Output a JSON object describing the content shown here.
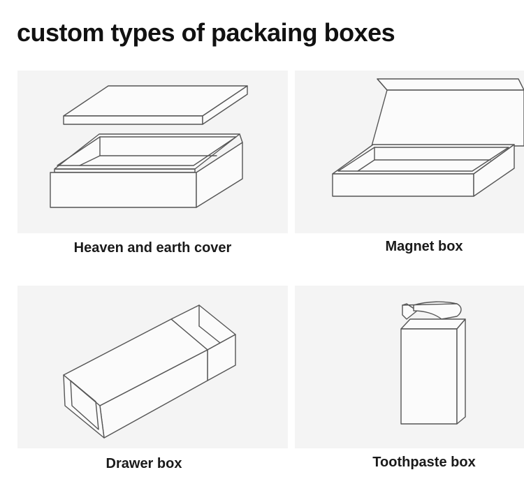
{
  "title": "custom types of packaing boxes",
  "colors": {
    "background": "#ffffff",
    "panel": "#f4f4f4",
    "line": "#555555",
    "text": "#111111"
  },
  "boxes": [
    {
      "label": "Heaven and earth cover",
      "icon": "lid-and-base-box-icon"
    },
    {
      "label": "Magnet box",
      "icon": "magnetic-flip-box-icon"
    },
    {
      "label": "Drawer box",
      "icon": "sliding-drawer-box-icon"
    },
    {
      "label": "Toothpaste box",
      "icon": "tuck-end-carton-icon"
    }
  ]
}
